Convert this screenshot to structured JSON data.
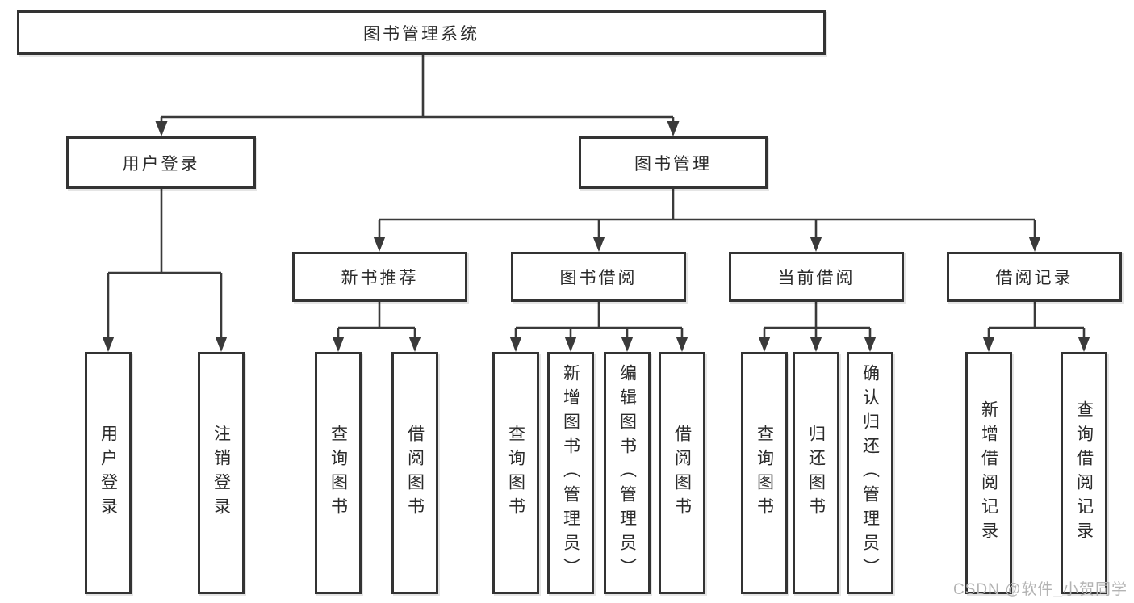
{
  "diagram": {
    "title_box": {
      "label": "图书管理系统"
    },
    "branches": [
      {
        "label": "用户登录",
        "children": [
          {
            "label": "用户登录"
          },
          {
            "label": "注销登录"
          }
        ]
      },
      {
        "label": "图书管理",
        "sections": [
          {
            "label": "新书推荐",
            "children": [
              {
                "label": "查询图书"
              },
              {
                "label": "借阅图书"
              }
            ]
          },
          {
            "label": "图书借阅",
            "children": [
              {
                "label": "查询图书"
              },
              {
                "label": "新增图书（管理员）"
              },
              {
                "label": "编辑图书（管理员）"
              },
              {
                "label": "借阅图书"
              }
            ]
          },
          {
            "label": "当前借阅",
            "children": [
              {
                "label": "查询图书"
              },
              {
                "label": "归还图书"
              },
              {
                "label": "确认归还（管理员）"
              }
            ]
          },
          {
            "label": "借阅记录",
            "children": [
              {
                "label": "新增借阅记录"
              },
              {
                "label": "查询借阅记录"
              }
            ]
          }
        ]
      }
    ],
    "watermark": {
      "text": "CSDN @软件_小贺同学"
    },
    "colors": {
      "background": "#ffffff",
      "box_border": "#333333",
      "line": "#3a3a3a",
      "text": "#2b2b2b",
      "watermark": "#b3b3b3"
    }
  }
}
